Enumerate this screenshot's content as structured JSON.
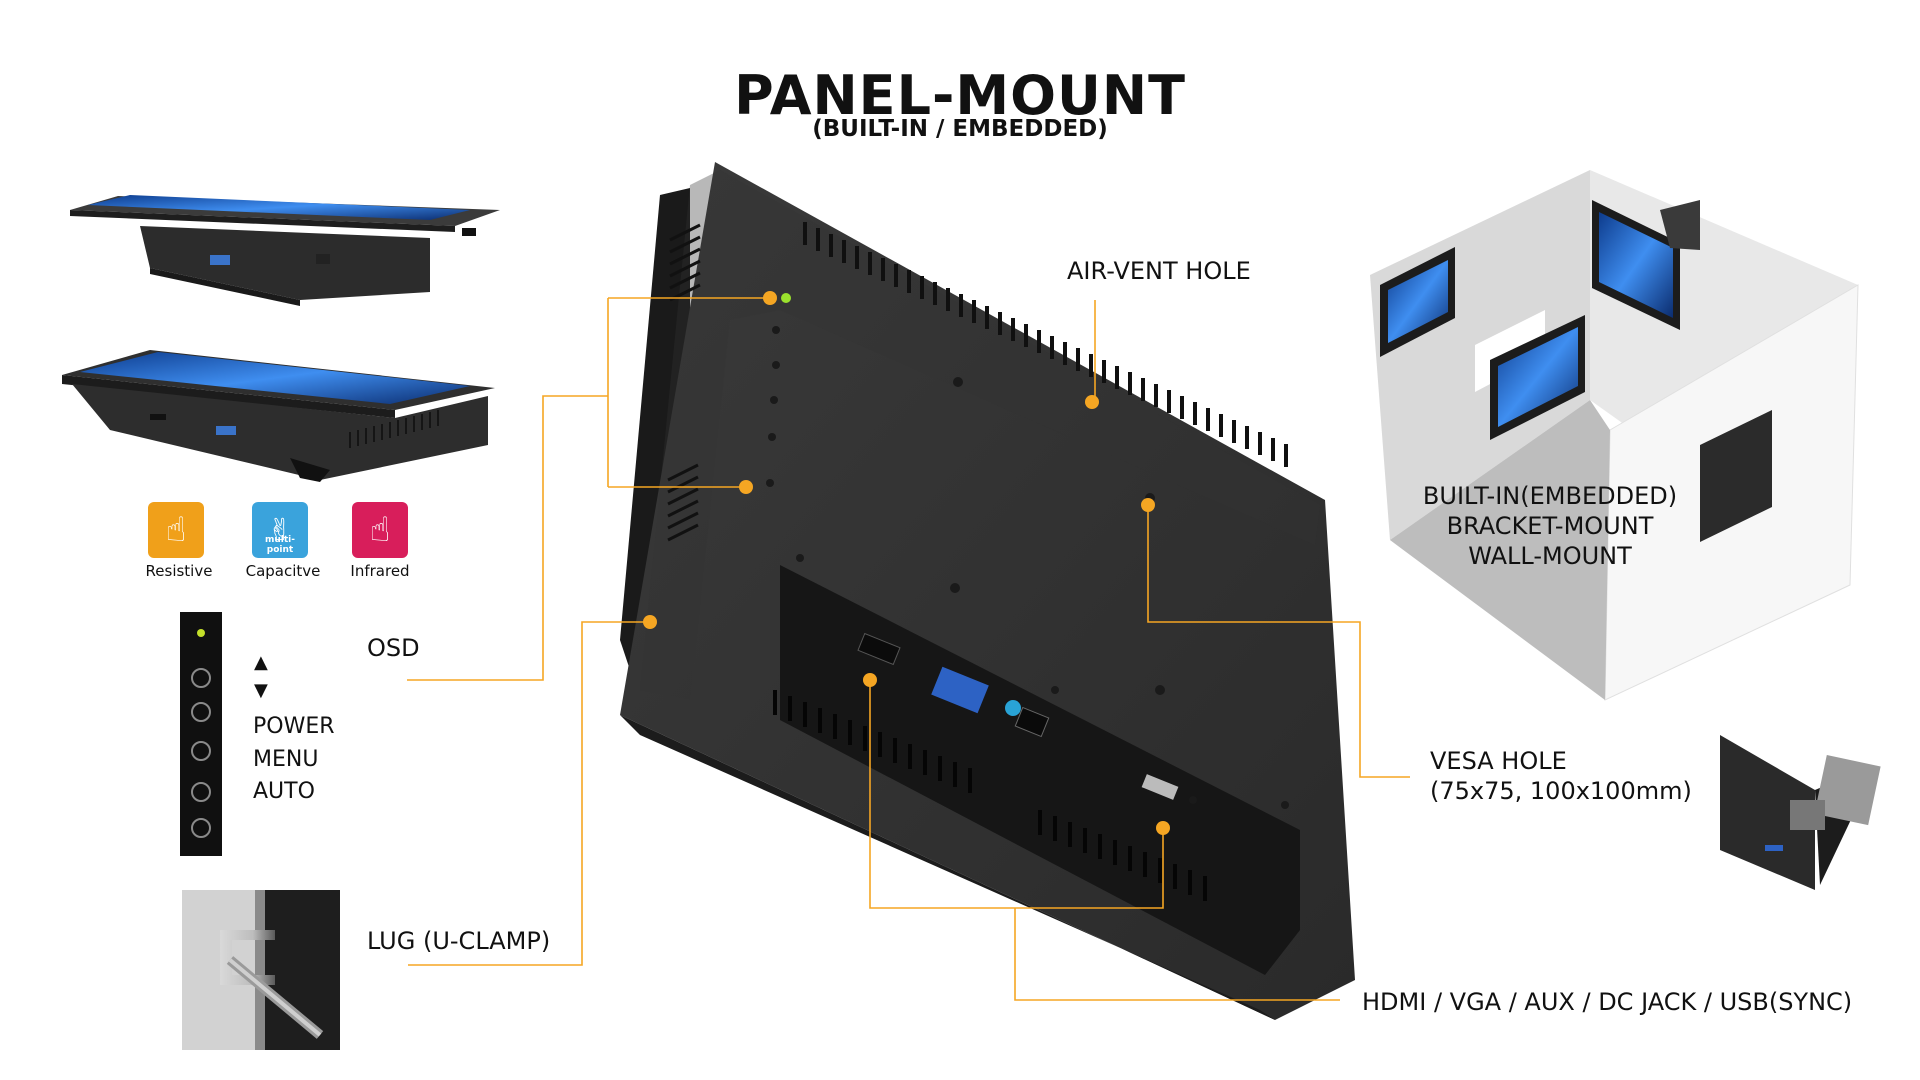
{
  "title": "PANEL-MOUNT",
  "subtitle": "(BUILT-IN / EMBEDDED)",
  "callouts": {
    "air_vent": "AIR-VENT HOLE",
    "osd": "OSD",
    "lug": "LUG (U-CLAMP)",
    "vesa_line1": "VESA HOLE",
    "vesa_line2": "(75x75, 100x100mm)",
    "ports": "HDMI / VGA / AUX / DC JACK / USB(SYNC)"
  },
  "mount_types": [
    "BUILT-IN(EMBEDDED)",
    "BRACKET-MOUNT",
    "WALL-MOUNT"
  ],
  "touch_types": [
    {
      "label": "Resistive",
      "color": "#f0a01a"
    },
    {
      "label": "Capacitve",
      "color": "#3aa3dc",
      "badge": "multi-point"
    },
    {
      "label": "Infrared",
      "color": "#d81e5b"
    }
  ],
  "osd_items": [
    "POWER",
    "MENU",
    "AUTO"
  ],
  "colors": {
    "callout_line": "#f5a623",
    "callout_dot": "#f5a623",
    "led_green": "#9be22d",
    "monitor_body": "#2b2b2b",
    "screen_blue": "#2a6fd6"
  }
}
